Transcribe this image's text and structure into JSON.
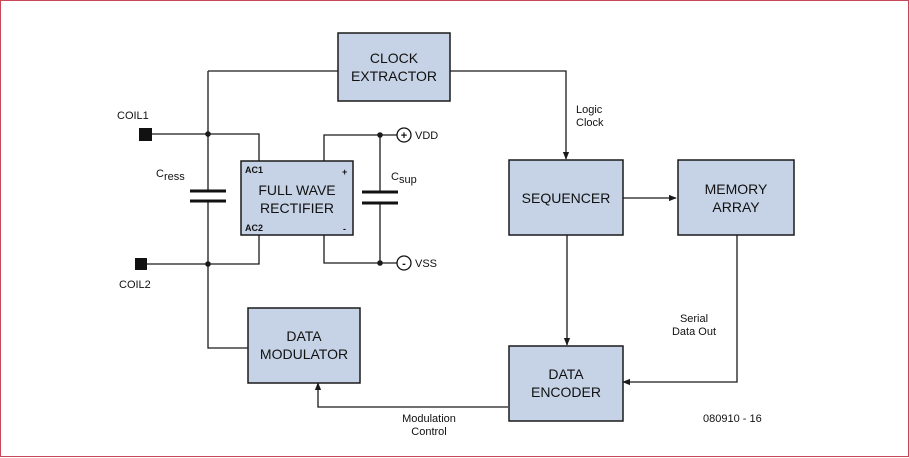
{
  "blocks": {
    "clock_extractor": [
      "CLOCK",
      "EXTRACTOR"
    ],
    "full_wave_rectifier": [
      "FULL WAVE",
      "RECTIFIER"
    ],
    "sequencer": [
      "SEQUENCER"
    ],
    "memory_array": [
      "MEMORY",
      "ARRAY"
    ],
    "data_modulator": [
      "DATA",
      "MODULATOR"
    ],
    "data_encoder": [
      "DATA",
      "ENCODER"
    ]
  },
  "rectifier_pins": {
    "ac1": "AC1",
    "ac2": "AC2",
    "plus": "+",
    "minus": "-"
  },
  "labels": {
    "coil1": "COIL1",
    "coil2": "COIL2",
    "cress_main": "C",
    "cress_sub": "ress",
    "csup_main": "C",
    "csup_sub": "sup",
    "vdd": "VDD",
    "vss": "VSS",
    "vdd_symbol": "+",
    "vss_symbol": "-",
    "logic_clock": [
      "Logic",
      "Clock"
    ],
    "serial_data_out": [
      "Serial",
      "Data Out"
    ],
    "modulation_control": [
      "Modulation",
      "Control"
    ],
    "figure_number": "080910 - 16"
  },
  "colors": {
    "block_fill": "#c6d3e6",
    "frame_border": "#c8485a",
    "line": "#1a1a1a"
  }
}
